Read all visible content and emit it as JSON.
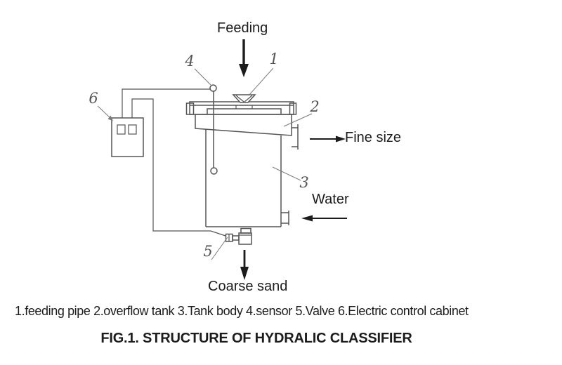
{
  "figure": {
    "title": "FIG.1. STRUCTURE OF HYDRALIC CLASSIFIER",
    "legend": "1.feeding pipe 2.overflow tank 3.Tank body 4.sensor 5.Valve 6.Electric control cabinet"
  },
  "flow_labels": {
    "feeding": "Feeding",
    "fine_size": "Fine size",
    "water": "Water",
    "coarse_sand": "Coarse sand"
  },
  "parts": [
    {
      "number": "1",
      "name": "feeding pipe"
    },
    {
      "number": "2",
      "name": "overflow tank"
    },
    {
      "number": "3",
      "name": "Tank body"
    },
    {
      "number": "4",
      "name": "sensor"
    },
    {
      "number": "5",
      "name": "Valve"
    },
    {
      "number": "6",
      "name": "Electric control cabinet"
    }
  ],
  "colors": {
    "background": "#ffffff",
    "drawing_line": "#555555",
    "leader_line": "#7a7a7a",
    "arrow": "#1c1c1c",
    "text": "#1c1c1c",
    "part_number": "#555555"
  }
}
